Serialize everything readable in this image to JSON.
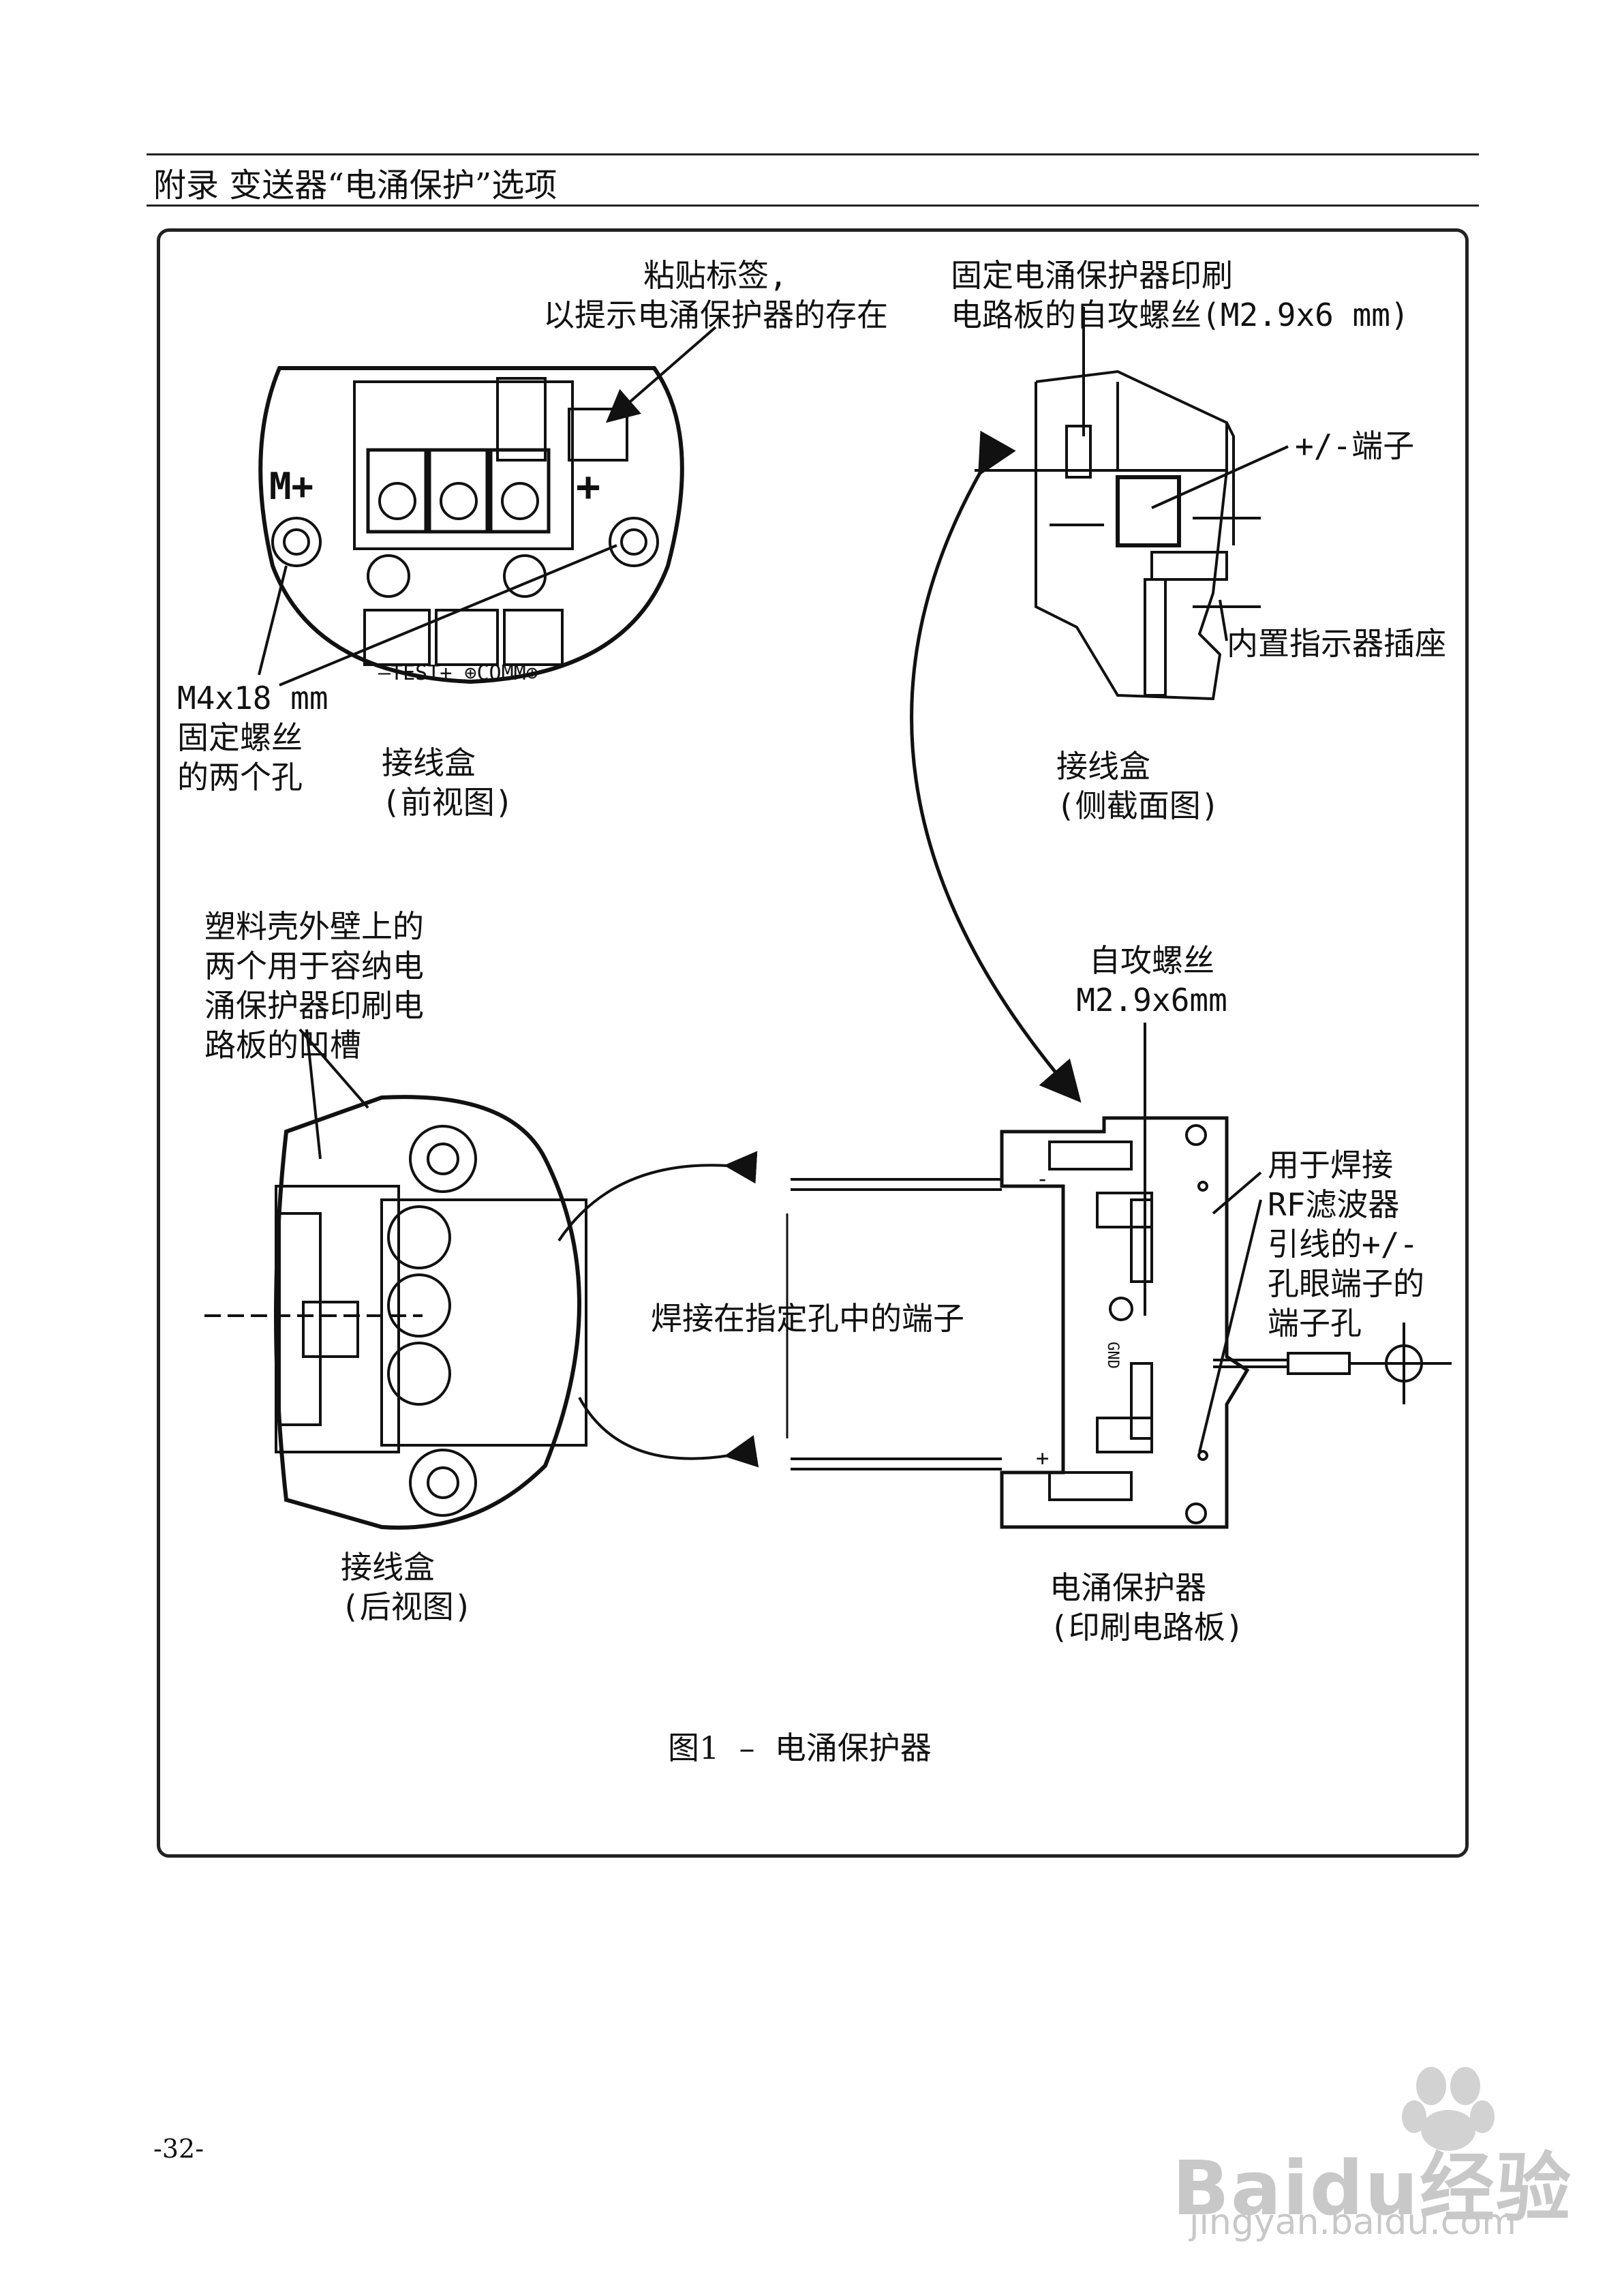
{
  "header": {
    "title": "附录 变送器“电涌保护”选项"
  },
  "figure": {
    "caption": "图1  –  电涌保护器",
    "front_view": {
      "title": "接线盒\n(前视图)",
      "label_callout": "粘贴标签,\n以提示电涌保护器的存在",
      "holes_callout": "M4x18 mm\n固定螺丝\n的两个孔",
      "m_plus": "M+",
      "plus": "+",
      "terminal_strip": "—TEST+ ⊕COMM⊕"
    },
    "side_view": {
      "title": "接线盒\n(侧截面图)",
      "screw_callout": "固定电涌保护器印刷\n电路板的自攻螺丝(M2.9x6 mm)",
      "terminal_callout": "+/-端子",
      "socket_callout": "内置指示器插座"
    },
    "rear_view": {
      "title": "接线盒\n(后视图)",
      "groove_callout": "塑料壳外壁上的\n两个用于容纳电\n涌保护器印刷电\n路板的凹槽"
    },
    "pcb_view": {
      "title": "电涌保护器\n(印刷电路板)",
      "screw_callout": "自攻螺丝\nM2.9x6mm",
      "rf_callout": "用于焊接\nRF滤波器\n引线的+/-\n孔眼端子的\n端子孔",
      "solder_callout": "焊接在指定孔中的端子",
      "minus_mark": "-",
      "plus_mark": "+",
      "gnd_mark": "GND"
    }
  },
  "page_number": "-32-",
  "watermark": {
    "brand": "Baidu经验",
    "url": "jingyan.baidu.com"
  }
}
